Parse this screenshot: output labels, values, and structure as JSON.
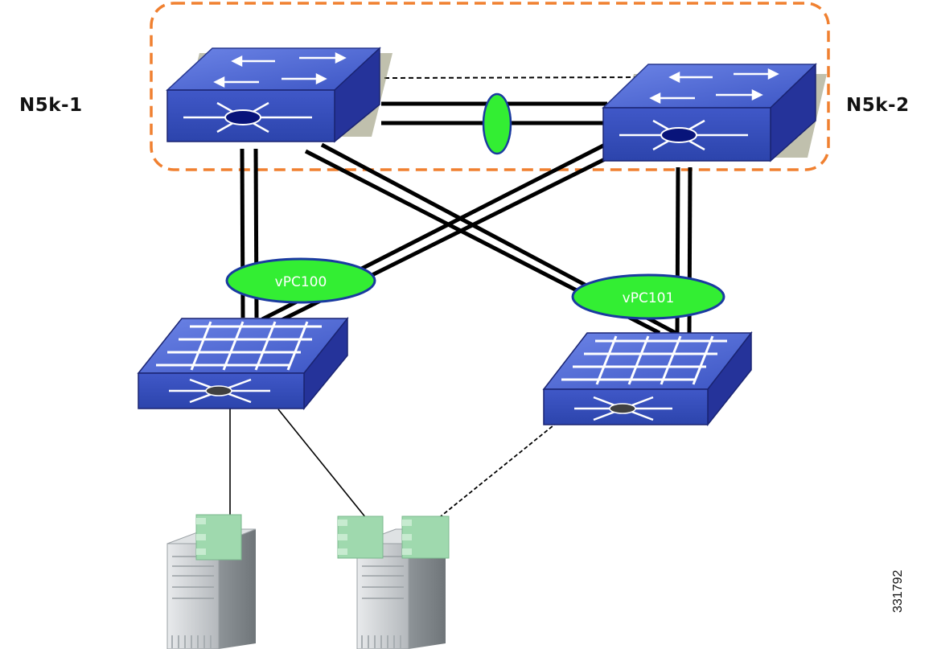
{
  "nodes": {
    "left_switch": "N5k-1",
    "right_switch": "N5k-2"
  },
  "port_channels": {
    "left": "vPC100",
    "right": "vPC101"
  },
  "figure_id": "331792",
  "colors": {
    "switch_blue": "#3d56c4",
    "switch_dark": "#1f2f8f",
    "vpc_fill": "#33ee33",
    "vpc_border": "#1a3aa0",
    "peer_group_border": "#f08030",
    "nic_green": "#9fd9ae",
    "server_gray": "#c8ccd0"
  }
}
